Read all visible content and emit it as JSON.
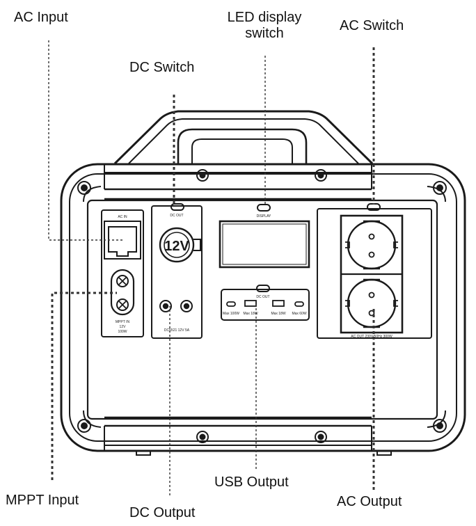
{
  "callouts": {
    "ac_input": "AC Input",
    "led_display_switch_line1": "LED display",
    "led_display_switch_line2": "switch",
    "ac_switch": "AC Switch",
    "dc_switch": "DC Switch",
    "mppt_input": "MPPT Input",
    "dc_output": "DC Output",
    "usb_output": "USB Output",
    "ac_output": "AC Output"
  },
  "panel": {
    "ac_in_label": "AC IN",
    "dc_out_label": "DC OUT",
    "display_label": "DISPLAY",
    "usb_out_label": "DC OUT",
    "cig_lighter_label": "12V",
    "mppt_label_line1": "MPPT IN",
    "mppt_label_line2": "12V",
    "mppt_label_line3": "100W",
    "dc5521_label": "DC5521 12V 5A",
    "usb_port_labels": [
      "Max 100W",
      "Max 18W",
      "Max 18W",
      "Max 60W"
    ],
    "ac_out_label": "AC OUT 230V/50Hz 300W"
  },
  "colors": {
    "outline": "#1a1a1a",
    "line": "#333333",
    "background": "#ffffff"
  }
}
